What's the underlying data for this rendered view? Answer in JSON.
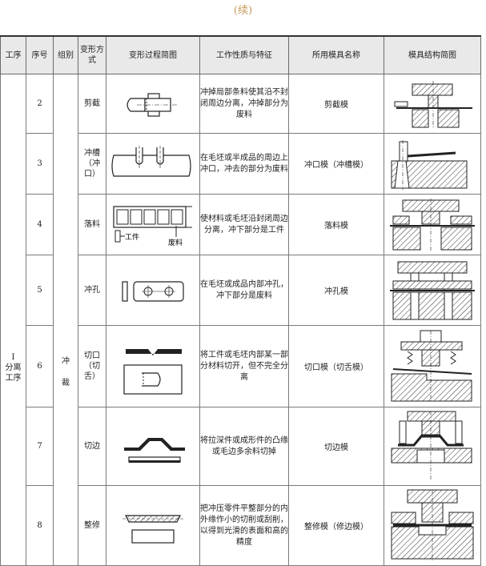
{
  "continued": "(续)",
  "headers": {
    "process": "工序",
    "seq": "序号",
    "group": "组别",
    "mode": "变形方式",
    "sketch": "变形过程简图",
    "nature": "工作性质与特征",
    "die": "所用模具名称",
    "structure": "模具结构简图"
  },
  "process_name": "I 分离工序",
  "process_roman": "I",
  "process_line2": "分离",
  "process_line3": "工序",
  "group_name_1": "冲",
  "group_name_2": "裁",
  "rows": [
    {
      "seq": "2",
      "mode": "剪截",
      "mode2": "",
      "desc": "冲掉局部条料使其沿不封闭周边分离，冲掉部分为废料",
      "die": "剪截模"
    },
    {
      "seq": "3",
      "mode": "冲槽",
      "mode2": "（冲口）",
      "desc": "在毛坯或半成品的周边上冲口，冲去的部分为废料",
      "die": "冲口模（冲槽模）"
    },
    {
      "seq": "4",
      "mode": "落料",
      "mode2": "",
      "desc": "使材料或毛坯沿封闭周边分离，冲下部分是工件",
      "die": "落料模"
    },
    {
      "seq": "5",
      "mode": "冲孔",
      "mode2": "",
      "desc": "在毛坯或成品内部冲孔，冲下部分是废料",
      "die": "冲孔模"
    },
    {
      "seq": "6",
      "mode": "切口",
      "mode2": "（切舌）",
      "desc": "将工件或毛坯内部某一部分材料切开，但不完全分离",
      "die": "切口模（切舌模）"
    },
    {
      "seq": "7",
      "mode": "切边",
      "mode2": "",
      "desc": "将拉深件或成形件的凸缘或毛边多余料切掉",
      "die": "切边模"
    },
    {
      "seq": "8",
      "mode": "整修",
      "mode2": "",
      "desc": "把冲压零件平整部分的内外缘作小的切削或刮削，以得到光滑的表面和高的精度",
      "die": "整修模（修边模）"
    }
  ],
  "sketch_labels": {
    "workpiece": "工件",
    "scrap": "废料"
  }
}
